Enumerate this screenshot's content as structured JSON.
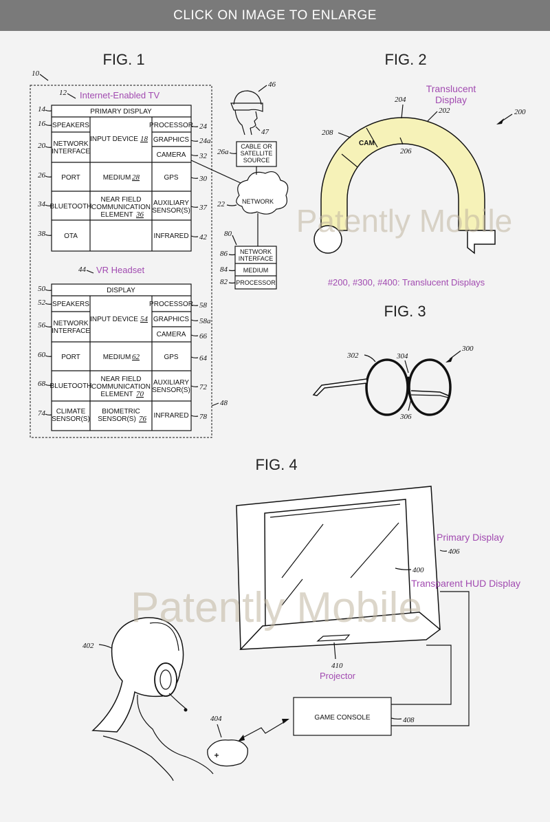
{
  "header": {
    "banner": "CLICK ON IMAGE TO ENLARGE"
  },
  "watermark": {
    "text": "Patently Mobile"
  },
  "fig1": {
    "title": "FIG. 1",
    "ref_system": "10",
    "tv": {
      "ref": "12",
      "label": "Internet-Enabled TV",
      "cells": {
        "primary_display": "PRIMARY DISPLAY",
        "speakers": "SPEAKERS",
        "network_interface": [
          "NETWORK",
          "INTERFACE"
        ],
        "input_device": "INPUT DEVICE",
        "input_device_ref": "18",
        "processor": "PROCESSOR",
        "graphics": "GRAPHICS",
        "camera": "CAMERA",
        "port": "PORT",
        "medium": "MEDIUM",
        "medium_ref": "28",
        "gps": "GPS",
        "bluetooth": "BLUETOOTH",
        "nfc": [
          "NEAR FIELD",
          "COMMUNICATION",
          "ELEMENT"
        ],
        "nfc_ref": "36",
        "auxiliary": [
          "AUXILIARY",
          "SENSOR(S)"
        ],
        "ota": "OTA",
        "infrared": "INFRARED"
      },
      "refs": [
        "14",
        "16",
        "20",
        "26",
        "34",
        "38",
        "24",
        "24a",
        "32",
        "30",
        "37",
        "42"
      ]
    },
    "headset_icon_ref": "46",
    "headset_icon_ref2": "47",
    "cable": {
      "lines": [
        "CABLE OR",
        "SATELLITE",
        "SOURCE"
      ],
      "ref": "26a"
    },
    "network": {
      "label": "NETWORK",
      "ref": "22"
    },
    "server": {
      "ref": "80",
      "cells": [
        [
          "NETWORK",
          "INTERFACE"
        ],
        [
          "MEDIUM"
        ],
        [
          "PROCESSOR"
        ]
      ],
      "refs": [
        "86",
        "84",
        "82"
      ]
    },
    "vr": {
      "ref": "44",
      "label": "VR Headset",
      "cells": {
        "display": "DISPLAY",
        "speakers": "SPEAKERS",
        "network_interface": [
          "NETWORK",
          "INTERFACE"
        ],
        "input_device": "INPUT DEVICE",
        "input_device_ref": "54",
        "processor": "PROCESSOR",
        "graphics": "GRAPHICS",
        "camera": "CAMERA",
        "port": "PORT",
        "medium": "MEDIUM",
        "medium_ref": "62",
        "gps": "GPS",
        "bluetooth": "BLUETOOTH",
        "nfc": [
          "NEAR FIELD",
          "COMMUNICATION",
          "ELEMENT"
        ],
        "nfc_ref": "70",
        "auxiliary": [
          "AUXILIARY",
          "SENSOR(S)"
        ],
        "climate": [
          "CLIMATE",
          "SENSOR(S)"
        ],
        "biometric": [
          "BIOMETRIC",
          "SENSOR(S)"
        ],
        "biometric_ref": "76",
        "infrared": "INFRARED"
      },
      "refs": [
        "50",
        "52",
        "56",
        "60",
        "68",
        "74",
        "58",
        "58a",
        "66",
        "64",
        "72",
        "78"
      ],
      "outer_ref": "48"
    }
  },
  "fig2": {
    "title": "FIG. 2",
    "ref": "200",
    "label": [
      "Translucent",
      "Display"
    ],
    "cam": "CAM",
    "refs": [
      "204",
      "202",
      "208",
      "206"
    ],
    "caption": "#200, #300, #400: Translucent Displays"
  },
  "fig3": {
    "title": "FIG. 3",
    "refs": [
      "300",
      "302",
      "304",
      "306"
    ]
  },
  "fig4": {
    "title": "FIG. 4",
    "labels": {
      "primary_display": "Primary Display",
      "hud": "Transparent HUD Display",
      "projector": "Projector"
    },
    "refs": [
      "406",
      "400",
      "410",
      "402",
      "404",
      "408"
    ],
    "console": "GAME CONSOLE"
  },
  "colors": {
    "translucent_fill": "#f6f2b8",
    "purple_label": "#a14ab0",
    "banner_bg": "#7a7a7a"
  }
}
